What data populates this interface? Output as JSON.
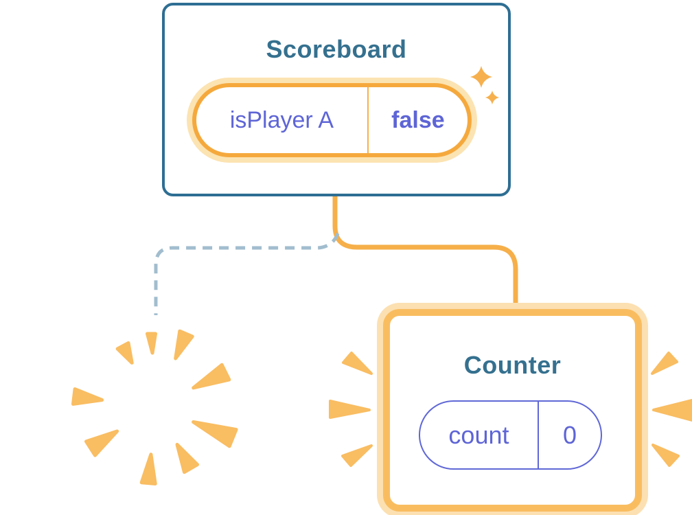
{
  "diagram": {
    "scoreboard": {
      "title": "Scoreboard",
      "state": {
        "name": "isPlayer A",
        "value": "false"
      }
    },
    "counter": {
      "title": "Counter",
      "state": {
        "name": "count",
        "value": "0"
      }
    }
  },
  "colors": {
    "card_border_blue": "#2E6E93",
    "title_teal": "#35708F",
    "state_purple": "#5E65D6",
    "pill_orange": "#F5A93D",
    "card_orange": "#F9BD60",
    "orange_glow": "#FCE0B2",
    "dashed_line_gray": "#A1BDCE"
  }
}
